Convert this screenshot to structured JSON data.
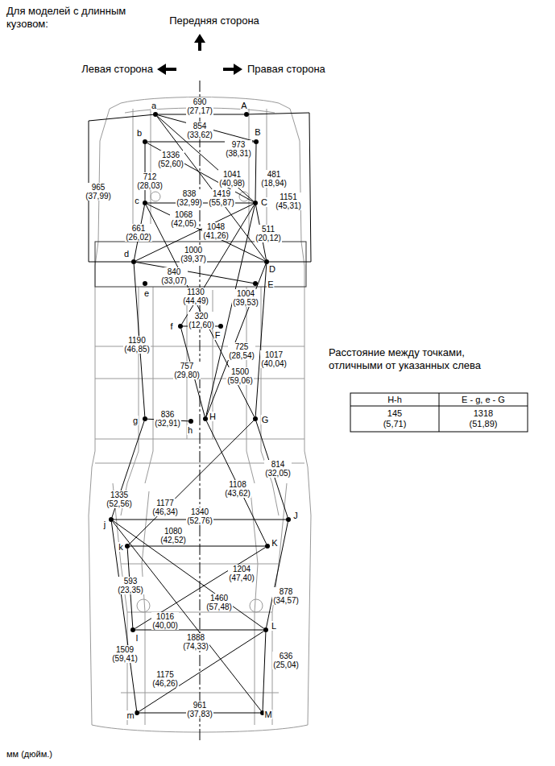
{
  "diagram": {
    "title": "Для моделей с длинным кузовом:",
    "nodes": [
      {
        "text": [
          "a"
        ]
      },
      {
        "text": [
          "A"
        ]
      },
      {
        "text": [
          "b"
        ]
      },
      {
        "text": [
          "B"
        ]
      },
      {
        "text": [
          "c"
        ]
      },
      {
        "text": [
          "C"
        ]
      },
      {
        "text": [
          "d"
        ]
      },
      {
        "text": [
          "D"
        ]
      },
      {
        "text": [
          "e"
        ]
      },
      {
        "text": [
          "E"
        ]
      },
      {
        "text": [
          "f"
        ]
      },
      {
        "text": [
          "F"
        ]
      },
      {
        "text": [
          "g"
        ]
      },
      {
        "text": [
          "h"
        ]
      },
      {
        "text": [
          "H"
        ]
      },
      {
        "text": [
          "G"
        ]
      },
      {
        "text": [
          "j"
        ]
      },
      {
        "text": [
          "J"
        ]
      },
      {
        "text": [
          "k"
        ]
      },
      {
        "text": [
          "K"
        ]
      },
      {
        "text": [
          "l"
        ]
      },
      {
        "text": [
          "L"
        ]
      },
      {
        "text": [
          "m"
        ]
      },
      {
        "text": [
          "M"
        ]
      }
    ],
    "edges": [
      {
        "from": 0,
        "to": 1,
        "label": "690 (27,17)",
        "arrow": "none"
      },
      {
        "from": 2,
        "to": 3,
        "label": "854 (33,62)",
        "arrow": "none"
      },
      {
        "from": 0,
        "to": 3,
        "label": "973 (38,31)",
        "arrow": "none"
      },
      {
        "from": 2,
        "to": 5,
        "label": "1336 (52,60)",
        "arrow": "none"
      },
      {
        "from": 2,
        "to": 4,
        "label": "712 (28,03)",
        "arrow": "none"
      },
      {
        "from": 0,
        "to": 5,
        "label": "1041 (40,98)",
        "arrow": "none"
      },
      {
        "from": 3,
        "to": 5,
        "label": "481 (18,94)",
        "arrow": "none"
      },
      {
        "from": 1,
        "to": 7,
        "label": "1151 (45,31)",
        "arrow": "none"
      },
      {
        "from": 0,
        "to": 6,
        "label": "965 (37,99)",
        "arrow": "none"
      },
      {
        "from": 4,
        "to": 5,
        "label": "838 (32,99)",
        "arrow": "none"
      },
      {
        "from": 4,
        "to": 7,
        "label": "1068 (42,05)",
        "arrow": "none"
      },
      {
        "from": 5,
        "to": 6,
        "label": "1048 (41,26)",
        "arrow": "none"
      },
      {
        "from": 0,
        "to": 7,
        "label": "1419 (55,87)",
        "arrow": "none"
      },
      {
        "from": 5,
        "to": 7,
        "label": "511 (20,12)",
        "arrow": "none"
      },
      {
        "from": 4,
        "to": 6,
        "label": "661 (26,02)",
        "arrow": "none"
      },
      {
        "from": 6,
        "to": 7,
        "label": "1000 (39,37)",
        "arrow": "none"
      },
      {
        "from": 6,
        "to": 9,
        "label": "840 (33,07)",
        "arrow": "none"
      },
      {
        "from": 5,
        "to": 10,
        "label": "1130 (44,49)",
        "arrow": "none"
      },
      {
        "from": 5,
        "to": 14,
        "label": "1004 (39,53)",
        "arrow": "none"
      },
      {
        "from": 10,
        "to": 11,
        "label": "320 (12,60)",
        "arrow": "none"
      },
      {
        "from": 6,
        "to": 12,
        "label": "1190 (46,85)",
        "arrow": "none"
      },
      {
        "from": 7,
        "to": 14,
        "label": "725 (28,54)",
        "arrow": "none"
      },
      {
        "from": 10,
        "to": 14,
        "label": "757 (29,80)",
        "arrow": "none"
      },
      {
        "from": 4,
        "to": 15,
        "label": "1500 (59,06)",
        "arrow": "none"
      },
      {
        "from": 7,
        "to": 15,
        "label": "1017 (40,04)",
        "arrow": "none"
      },
      {
        "from": 12,
        "to": 13,
        "label": "836 (32,91)",
        "arrow": "none"
      },
      {
        "from": 15,
        "to": 17,
        "label": "814 (32,05)",
        "arrow": "none"
      },
      {
        "from": 14,
        "to": 19,
        "label": "1108 (43,62)",
        "arrow": "none"
      },
      {
        "from": 12,
        "to": 16,
        "label": "1335 (52,56)",
        "arrow": "none"
      },
      {
        "from": 15,
        "to": 18,
        "label": "1177 (46,34)",
        "arrow": "none"
      },
      {
        "from": 16,
        "to": 17,
        "label": "1340 (52,76)",
        "arrow": "none"
      },
      {
        "from": 18,
        "to": 19,
        "label": "1080 (42,52)",
        "arrow": "none"
      },
      {
        "from": 19,
        "to": 20,
        "label": "1204 (47,40)",
        "arrow": "none"
      },
      {
        "from": 17,
        "to": 21,
        "label": "878 (34,57)",
        "arrow": "none"
      },
      {
        "from": 18,
        "to": 20,
        "label": "593 (23,35)",
        "arrow": "none"
      },
      {
        "from": 16,
        "to": 21,
        "label": "1460 (57,48)",
        "arrow": "none"
      },
      {
        "from": 20,
        "to": 21,
        "label": "1016 (40,00)",
        "arrow": "none"
      },
      {
        "from": 16,
        "to": 23,
        "label": "1888 (74,33)",
        "arrow": "none"
      },
      {
        "from": 16,
        "to": 22,
        "label": "1509 (59,41)",
        "arrow": "none"
      },
      {
        "from": 21,
        "to": 22,
        "label": "1175 (46,26)",
        "arrow": "none"
      },
      {
        "from": 21,
        "to": 23,
        "label": "636 (25,04)",
        "arrow": "none"
      },
      {
        "from": 22,
        "to": 23,
        "label": "961 (37,83)",
        "arrow": "none"
      }
    ],
    "labels": [
      "Передняя сторона",
      "Левая сторона",
      "Правая сторона",
      "Расстояние между точками, отличными от указанных слева",
      "H-h",
      "E - g, e - G",
      "145 (5,71)",
      "1318 (51,89)",
      "мм (дюйм.)"
    ]
  }
}
